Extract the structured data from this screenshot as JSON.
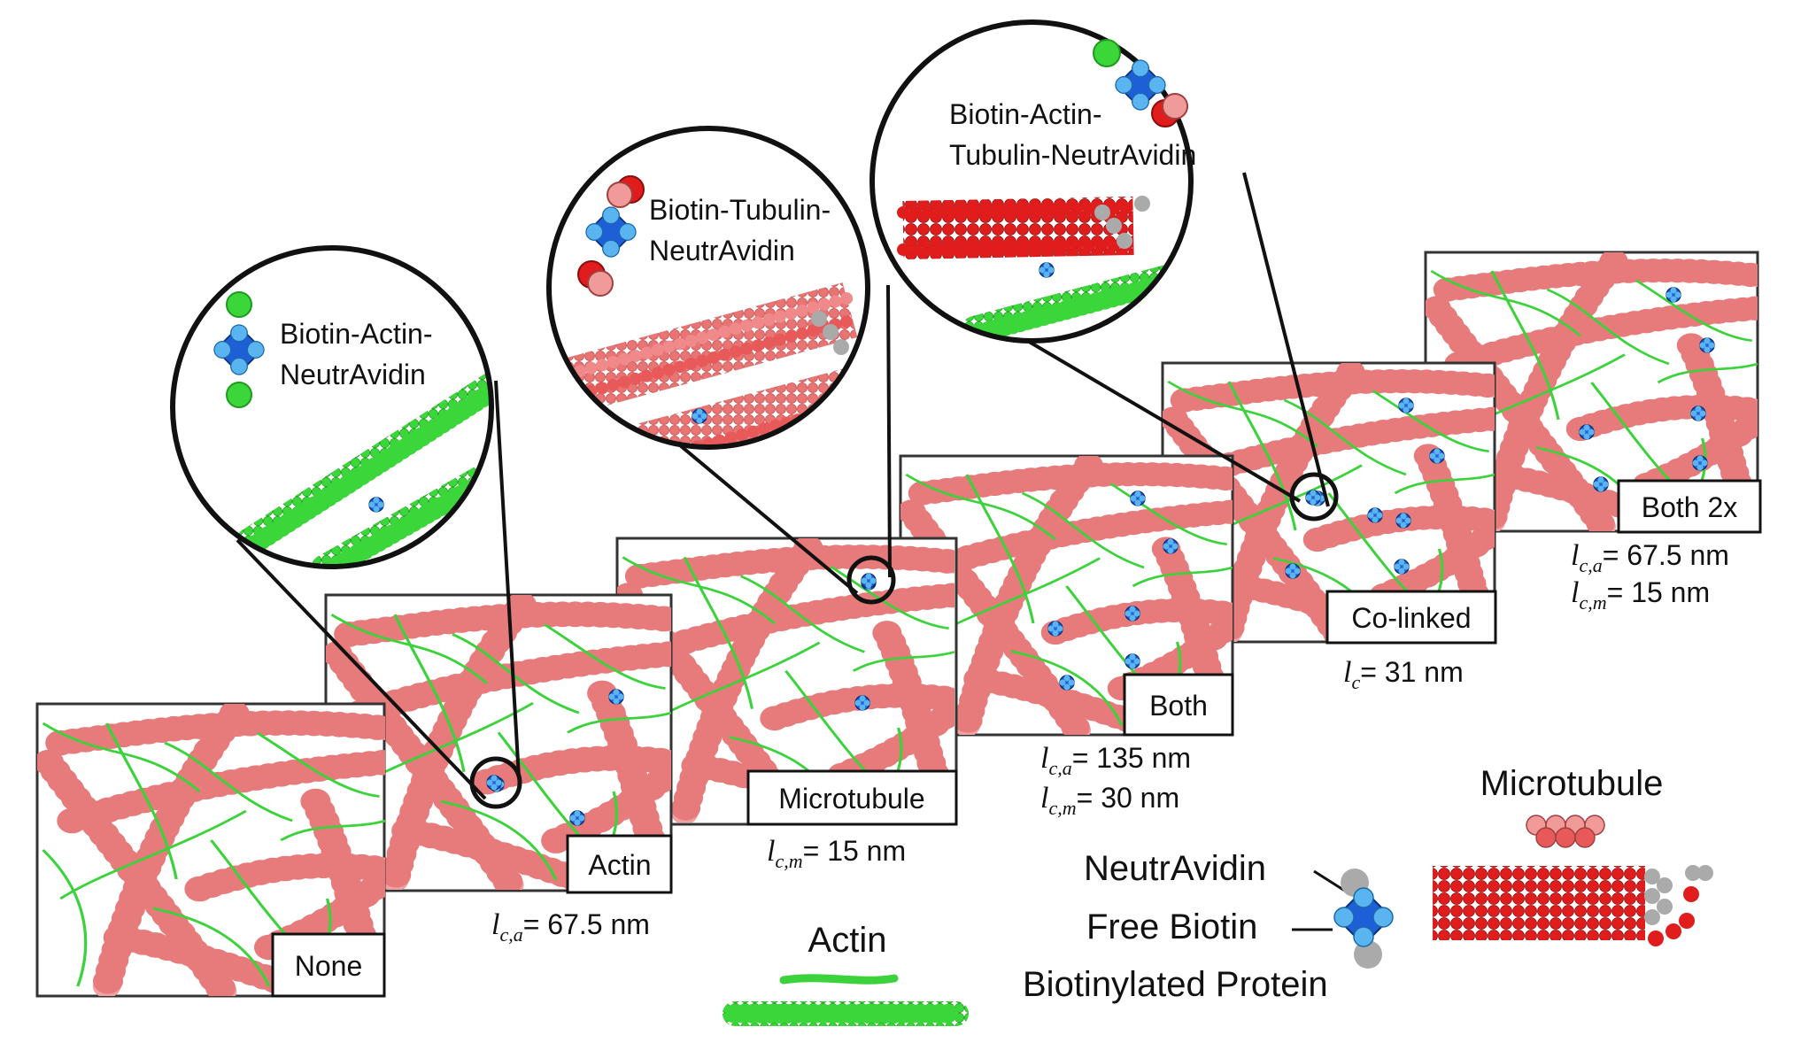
{
  "panels": [
    {
      "label": "None"
    },
    {
      "label": "Actin",
      "params": [
        {
          "sym": "l",
          "sub": "c,a",
          "value": "= 67.5 nm"
        }
      ]
    },
    {
      "label": "Microtubule",
      "params": [
        {
          "sym": "l",
          "sub": "c,m",
          "value": "= 15 nm"
        }
      ]
    },
    {
      "label": "Both",
      "params": [
        {
          "sym": "l",
          "sub": "c,a",
          "value": "= 135 nm"
        },
        {
          "sym": "l",
          "sub": "c,m",
          "value": "= 30 nm"
        }
      ]
    },
    {
      "label": "Co-linked",
      "params": [
        {
          "sym": "l",
          "sub": "c",
          "value": "= 31 nm"
        }
      ]
    },
    {
      "label": "Both 2x",
      "params": [
        {
          "sym": "l",
          "sub": "c,a",
          "value": "= 67.5 nm"
        },
        {
          "sym": "l",
          "sub": "c,m",
          "value": "= 15 nm"
        }
      ]
    }
  ],
  "zooms": [
    {
      "lines": [
        "Biotin-Actin-",
        "NeutrAvidin"
      ]
    },
    {
      "lines": [
        "Biotin-Tubulin-",
        "NeutrAvidin"
      ]
    },
    {
      "lines": [
        "Biotin-Actin-",
        "Tubulin-NeutrAvidin"
      ]
    }
  ],
  "legend": {
    "actin": "Actin",
    "microtubule": "Microtubule",
    "neutravidin": "NeutrAvidin",
    "free_biotin": "Free Biotin",
    "biotinylated_protein": "Biotinylated Protein"
  },
  "colors": {
    "microtubule": "#e77b7b",
    "microtubule_dark": "#dd1b1b",
    "actin": "#3cd23c",
    "neutravidin": "#1e5fd8",
    "neutravidin_light": "#5ab4f0",
    "biotin": "#aaaaaa"
  }
}
